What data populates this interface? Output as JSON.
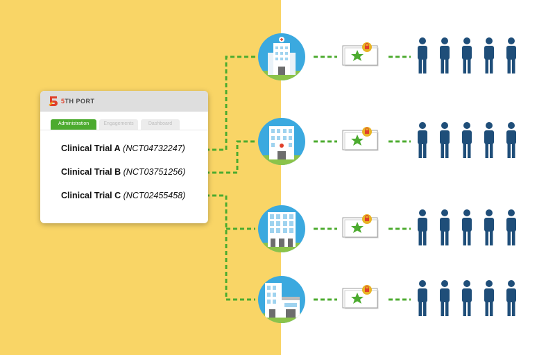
{
  "app": {
    "brand_number": "5",
    "brand_name": "TH PORT",
    "tabs": [
      {
        "label": "Administration",
        "active": true
      },
      {
        "label": "Engagements",
        "active": false
      },
      {
        "label": "Dashboard",
        "active": false
      }
    ],
    "trials": [
      {
        "name": "Clinical Trial A",
        "id": "(NCT04732247)"
      },
      {
        "name": "Clinical Trial B",
        "id": "(NCT03751256)"
      },
      {
        "name": "Clinical Trial C",
        "id": "(NCT02455458)"
      }
    ]
  },
  "sites": [
    {
      "icon": "hospital-building-icon",
      "participants": 5
    },
    {
      "icon": "clinic-building-icon",
      "participants": 5
    },
    {
      "icon": "office-building-icon",
      "participants": 5
    },
    {
      "icon": "research-facility-icon",
      "participants": 5
    }
  ],
  "colors": {
    "background_left": "#f9d566",
    "connector": "#4cab2f",
    "site_circle": "#3ba9df",
    "person": "#1f4e79",
    "lock": "#e8b425"
  }
}
